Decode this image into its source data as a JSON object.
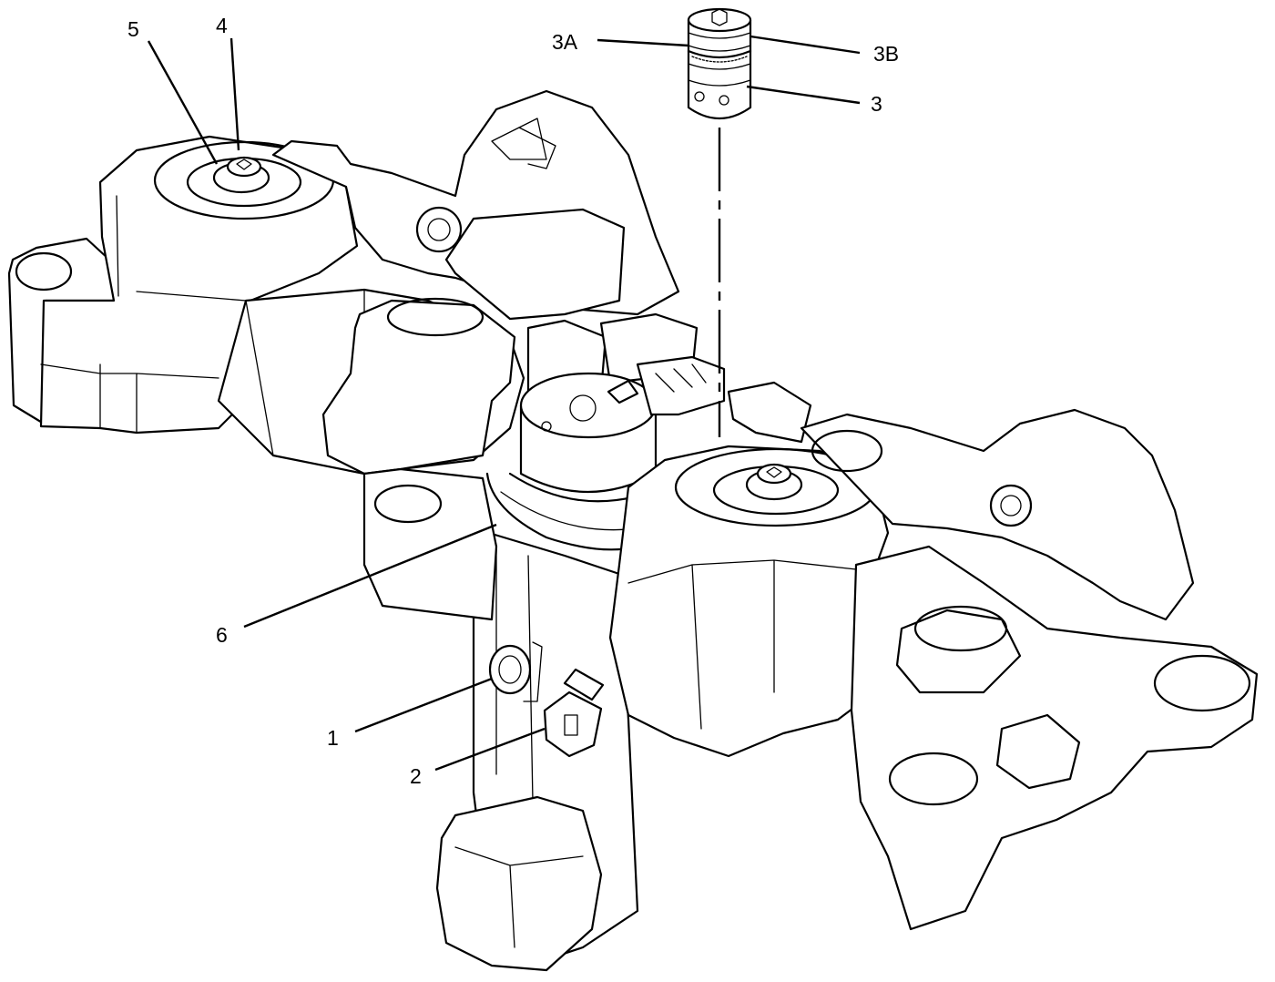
{
  "callouts": {
    "c1": "1",
    "c2": "2",
    "c3": "3",
    "c3a": "3A",
    "c3b": "3B",
    "c4": "4",
    "c5": "5",
    "c6": "6"
  },
  "colors": {
    "ink": "#000000",
    "paper": "#ffffff"
  }
}
